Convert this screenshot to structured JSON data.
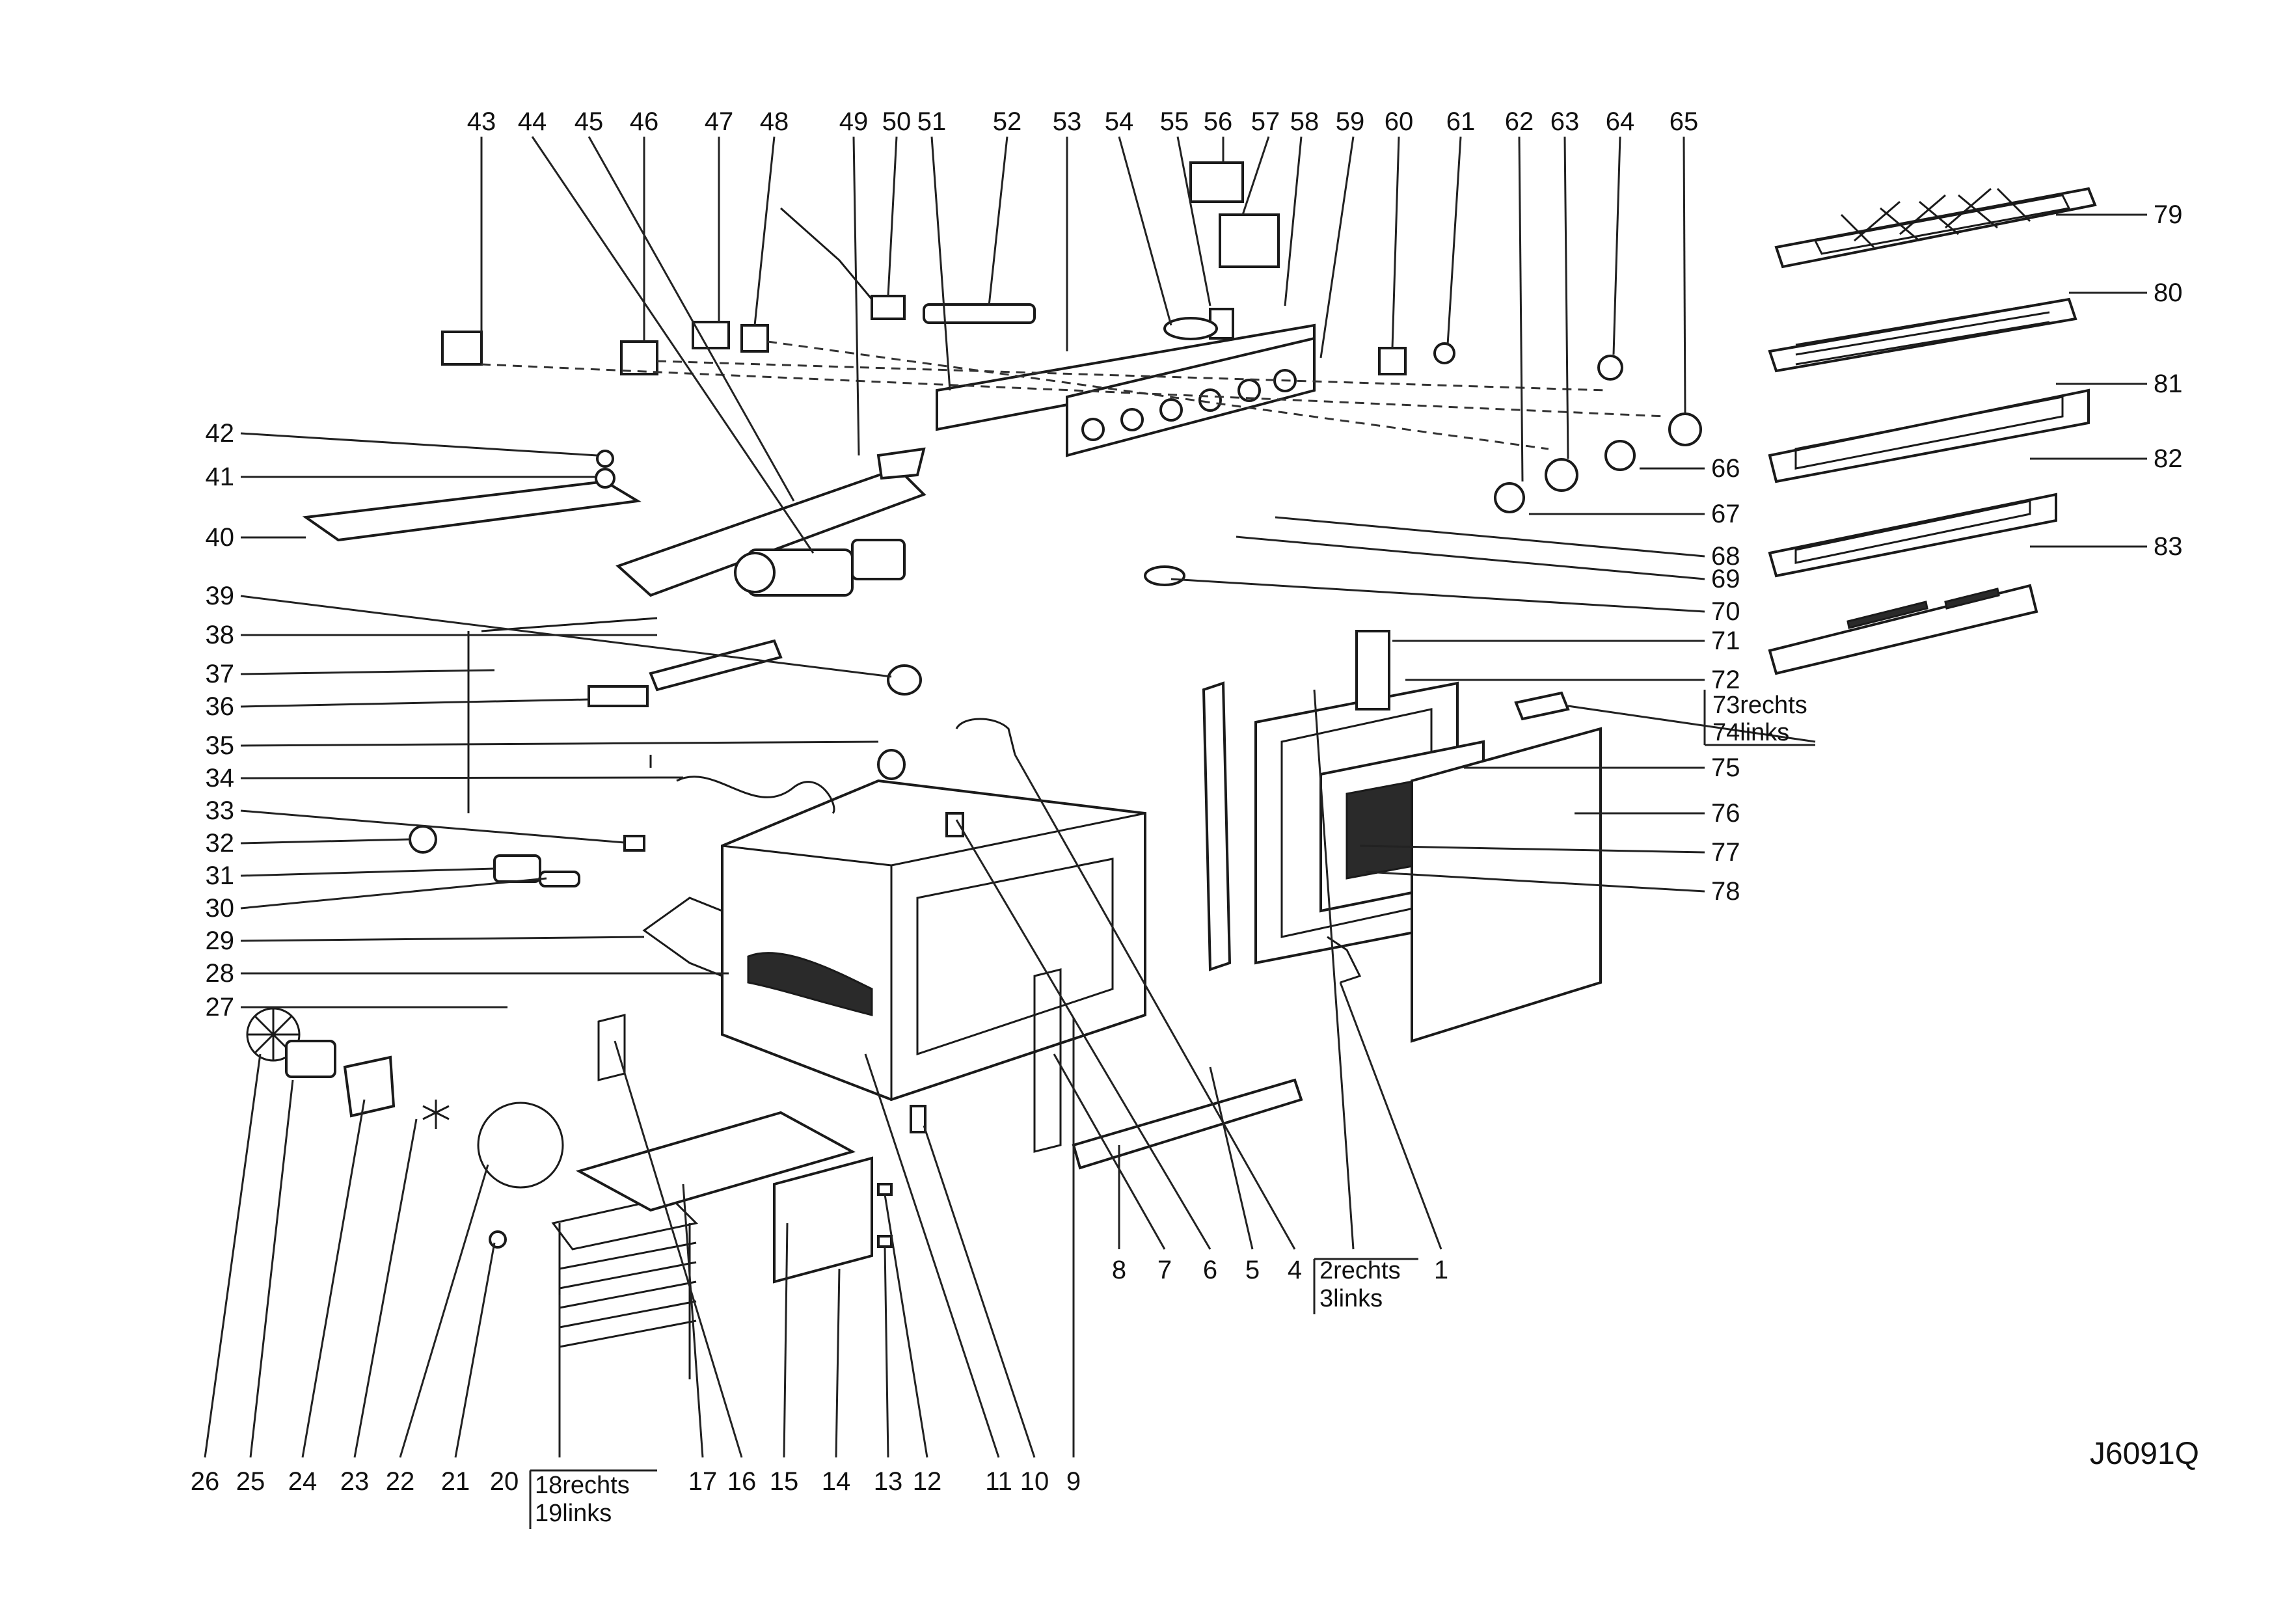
{
  "figure": {
    "code": "J6091Q"
  },
  "labels": {
    "l1": "1",
    "l4": "4",
    "l5": "5",
    "l6": "6",
    "l7": "7",
    "l8": "8",
    "l9": "9",
    "l10": "10",
    "l11": "11",
    "l12": "12",
    "l13": "13",
    "l14": "14",
    "l15": "15",
    "l16": "16",
    "l17": "17",
    "l20": "20",
    "l21": "21",
    "l22": "22",
    "l23": "23",
    "l24": "24",
    "l25": "25",
    "l26": "26",
    "l27": "27",
    "l28": "28",
    "l29": "29",
    "l30": "30",
    "l31": "31",
    "l32": "32",
    "l33": "33",
    "l34": "34",
    "l35": "35",
    "l36": "36",
    "l37": "37",
    "l38": "38",
    "l39": "39",
    "l40": "40",
    "l41": "41",
    "l42": "42",
    "l43": "43",
    "l44": "44",
    "l45": "45",
    "l46": "46",
    "l47": "47",
    "l48": "48",
    "l49": "49",
    "l50": "50",
    "l51": "51",
    "l52": "52",
    "l53": "53",
    "l54": "54",
    "l55": "55",
    "l56": "56",
    "l57": "57",
    "l58": "58",
    "l59": "59",
    "l60": "60",
    "l61": "61",
    "l62": "62",
    "l63": "63",
    "l64": "64",
    "l65": "65",
    "l66": "66",
    "l67": "67",
    "l68": "68",
    "l69": "69",
    "l70": "70",
    "l71": "71",
    "l72": "72",
    "l75": "75",
    "l76": "76",
    "l77": "77",
    "l78": "78",
    "l79": "79",
    "l80": "80",
    "l81": "81",
    "l82": "82",
    "l83": "83",
    "l2_3_a": "2rechts",
    "l2_3_b": "3links",
    "l18_19_a": "18rechts",
    "l18_19_b": "19links",
    "l73_74_a": "73rechts",
    "l73_74_b": "74links"
  }
}
